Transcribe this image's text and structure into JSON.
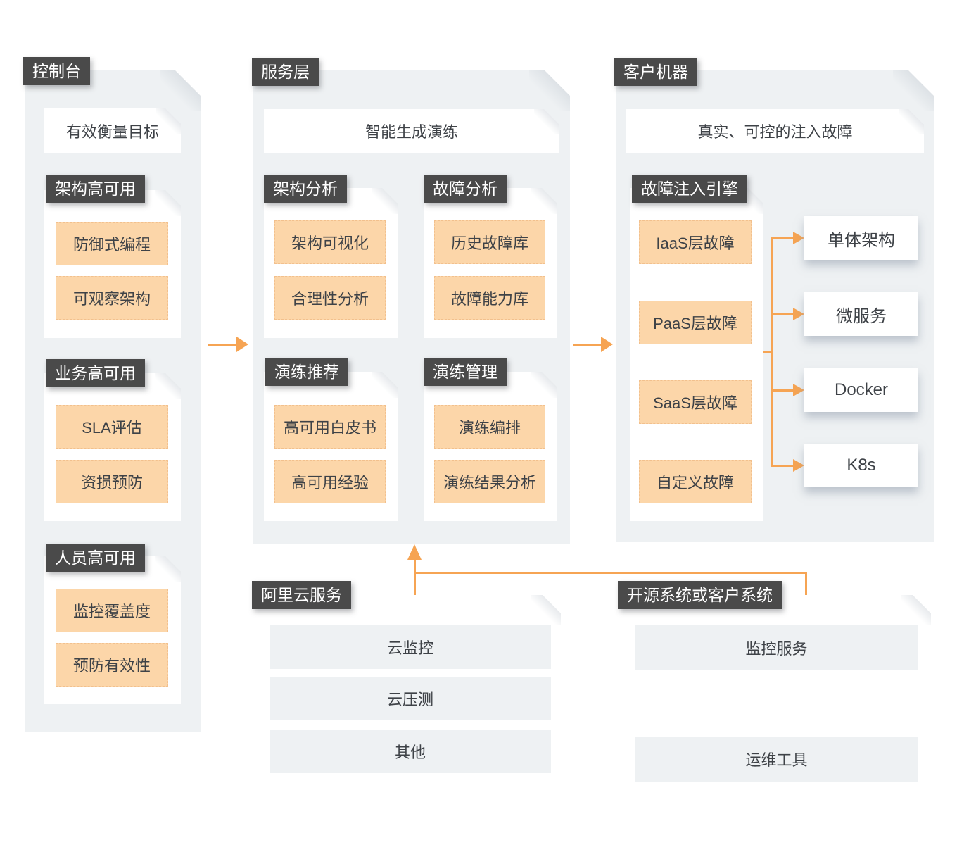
{
  "diagram": {
    "console": {
      "label": "控制台",
      "headline": "有效衡量目标",
      "sections": [
        {
          "label": "架构高可用",
          "items": [
            "防御式编程",
            "可观察架构"
          ]
        },
        {
          "label": "业务高可用",
          "items": [
            "SLA评估",
            "资损预防"
          ]
        },
        {
          "label": "人员高可用",
          "items": [
            "监控覆盖度",
            "预防有效性"
          ]
        }
      ]
    },
    "service": {
      "label": "服务层",
      "headline": "智能生成演练",
      "sections": [
        {
          "label": "架构分析",
          "items": [
            "架构可视化",
            "合理性分析"
          ]
        },
        {
          "label": "故障分析",
          "items": [
            "历史故障库",
            "故障能力库"
          ]
        },
        {
          "label": "演练推荐",
          "items": [
            "高可用白皮书",
            "高可用经验"
          ]
        },
        {
          "label": "演练管理",
          "items": [
            "演练编排",
            "演练结果分析"
          ]
        }
      ]
    },
    "customer": {
      "label": "客户机器",
      "headline": "真实、可控的注入故障",
      "engine": {
        "label": "故障注入引擎",
        "items": [
          "IaaS层故障",
          "PaaS层故障",
          "SaaS层故障",
          "自定义故障"
        ]
      },
      "targets": [
        "单体架构",
        "微服务",
        "Docker",
        "K8s"
      ]
    },
    "aliyun": {
      "label": "阿里云服务",
      "items": [
        "云监控",
        "云压测",
        "其他"
      ]
    },
    "external": {
      "label": "开源系统或客户系统",
      "items": [
        "监控服务",
        "运维工具"
      ]
    },
    "colors": {
      "accent_orange": "#f6a453",
      "chip_fill": "#fcd6a9",
      "label_bg": "#4a4a4a",
      "panel_bg": "#eef1f3",
      "text": "#3e4247"
    }
  }
}
